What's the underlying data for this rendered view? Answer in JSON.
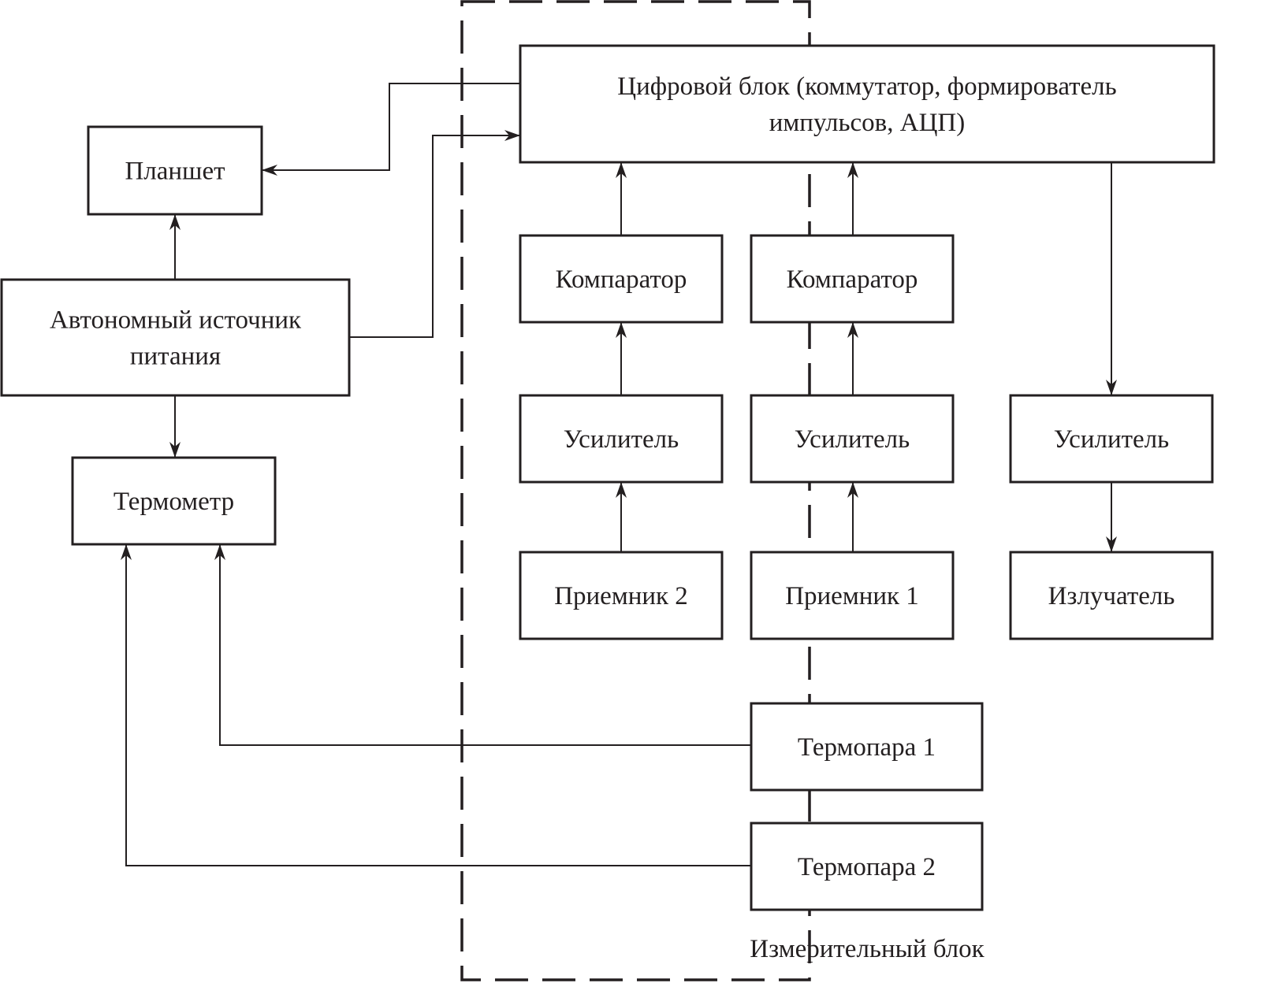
{
  "diagram": {
    "type": "block-diagram",
    "group": {
      "id": "measuring-block",
      "label": "Измерительный блок",
      "style": "dashed"
    },
    "nodes": [
      {
        "id": "digital-block",
        "lines": [
          "Цифровой блок (коммутатор, формирователь",
          "импульсов, АЦП)"
        ],
        "in_group": true
      },
      {
        "id": "tablet",
        "lines": [
          "Планшет"
        ],
        "in_group": false
      },
      {
        "id": "power-source",
        "lines": [
          "Автономный источник",
          "питания"
        ],
        "in_group": false
      },
      {
        "id": "thermometer",
        "lines": [
          "Термометр"
        ],
        "in_group": false
      },
      {
        "id": "comparator-1",
        "lines": [
          "Компаратор"
        ],
        "in_group": true
      },
      {
        "id": "comparator-2",
        "lines": [
          "Компаратор"
        ],
        "in_group": true
      },
      {
        "id": "amplifier-1",
        "lines": [
          "Усилитель"
        ],
        "in_group": true
      },
      {
        "id": "amplifier-2",
        "lines": [
          "Усилитель"
        ],
        "in_group": true
      },
      {
        "id": "amplifier-3",
        "lines": [
          "Усилитель"
        ],
        "in_group": true
      },
      {
        "id": "receiver-2",
        "lines": [
          "Приемник 2"
        ],
        "in_group": true
      },
      {
        "id": "receiver-1",
        "lines": [
          "Приемник 1"
        ],
        "in_group": true
      },
      {
        "id": "emitter",
        "lines": [
          "Излучатель"
        ],
        "in_group": true
      },
      {
        "id": "thermocouple-1",
        "lines": [
          "Термопара 1"
        ],
        "in_group": true
      },
      {
        "id": "thermocouple-2",
        "lines": [
          "Термопара 2"
        ],
        "in_group": true
      }
    ],
    "edges": [
      {
        "from": "digital-block",
        "to": "tablet"
      },
      {
        "from": "power-source",
        "to": "digital-block"
      },
      {
        "from": "power-source",
        "to": "tablet"
      },
      {
        "from": "power-source",
        "to": "thermometer"
      },
      {
        "from": "comparator-1",
        "to": "digital-block"
      },
      {
        "from": "comparator-2",
        "to": "digital-block"
      },
      {
        "from": "amplifier-1",
        "to": "comparator-1"
      },
      {
        "from": "amplifier-2",
        "to": "comparator-2"
      },
      {
        "from": "receiver-2",
        "to": "amplifier-1"
      },
      {
        "from": "receiver-1",
        "to": "amplifier-2"
      },
      {
        "from": "digital-block",
        "to": "amplifier-3"
      },
      {
        "from": "amplifier-3",
        "to": "emitter"
      },
      {
        "from": "thermocouple-1",
        "to": "thermometer"
      },
      {
        "from": "thermocouple-2",
        "to": "thermometer"
      }
    ]
  }
}
